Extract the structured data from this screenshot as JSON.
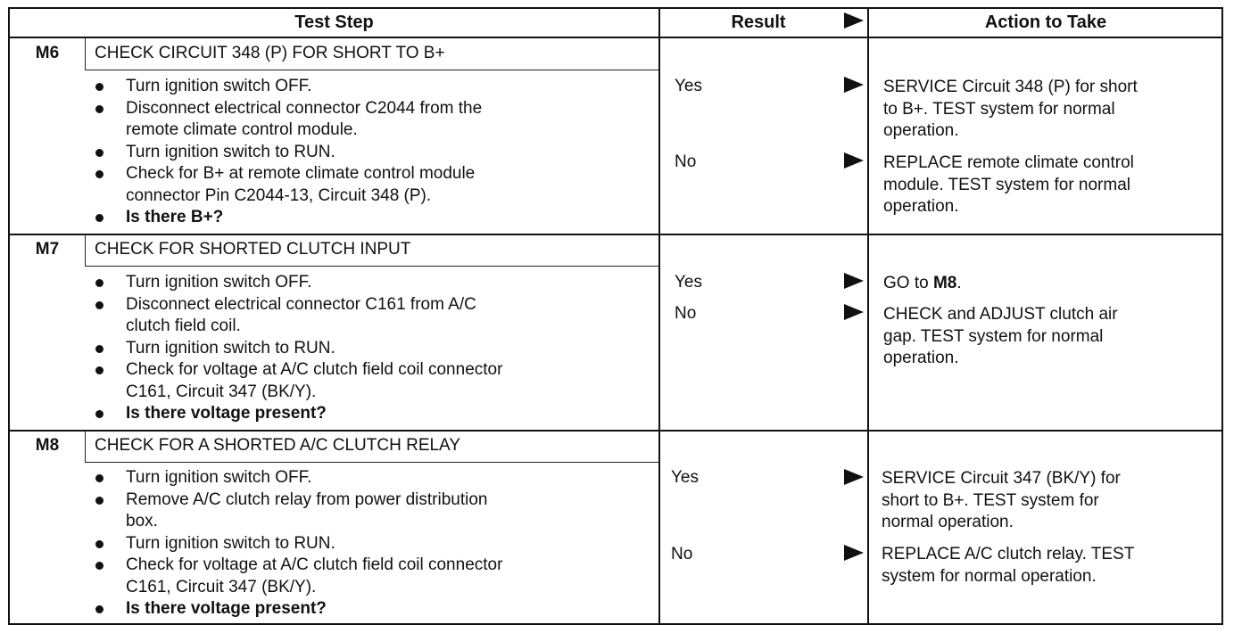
{
  "header": {
    "test_step": "Test Step",
    "result": "Result",
    "action": "Action to Take"
  },
  "steps": [
    {
      "id": "M6",
      "title": "CHECK CIRCUIT 348 (P) FOR SHORT TO B+",
      "bullets": [
        "Turn ignition switch OFF.",
        "Disconnect electrical connector C2044 from the\nremote climate control module.",
        "Turn ignition switch to RUN.",
        "Check for B+ at remote climate control module\nconnector Pin C2044-13, Circuit 348 (P).",
        "Is there B+?"
      ],
      "results": [
        {
          "label": "Yes",
          "action": "SERVICE Circuit 348 (P) for short\nto B+. TEST system for normal\noperation."
        },
        {
          "label": "No",
          "action": "REPLACE remote climate control\nmodule. TEST system for normal\noperation."
        }
      ]
    },
    {
      "id": "M7",
      "title": "CHECK FOR SHORTED CLUTCH INPUT",
      "bullets": [
        "Turn ignition switch OFF.",
        "Disconnect electrical connector C161 from A/C\nclutch field coil.",
        "Turn ignition switch to RUN.",
        "Check for voltage at A/C clutch field coil connector\nC161, Circuit 347 (BK/Y).",
        "Is there voltage present?"
      ],
      "results": [
        {
          "label": "Yes",
          "action_prefix": "GO to ",
          "action_bold": "M8",
          "action_suffix": "."
        },
        {
          "label": "No",
          "action": "CHECK and ADJUST clutch air\ngap. TEST system for normal\noperation."
        }
      ]
    },
    {
      "id": "M8",
      "title": "CHECK FOR A SHORTED A/C CLUTCH RELAY",
      "bullets": [
        "Turn ignition switch OFF.",
        "Remove A/C clutch relay from power distribution\nbox.",
        "Turn ignition switch to RUN.",
        "Check for voltage at A/C clutch field coil connector\nC161, Circuit 347 (BK/Y).",
        "Is there voltage present?"
      ],
      "results": [
        {
          "label": "Yes",
          "action": "SERVICE Circuit 347 (BK/Y) for\nshort to B+. TEST system for\nnormal operation."
        },
        {
          "label": "No",
          "action": "REPLACE A/C clutch relay. TEST\nsystem for normal operation."
        }
      ]
    }
  ]
}
